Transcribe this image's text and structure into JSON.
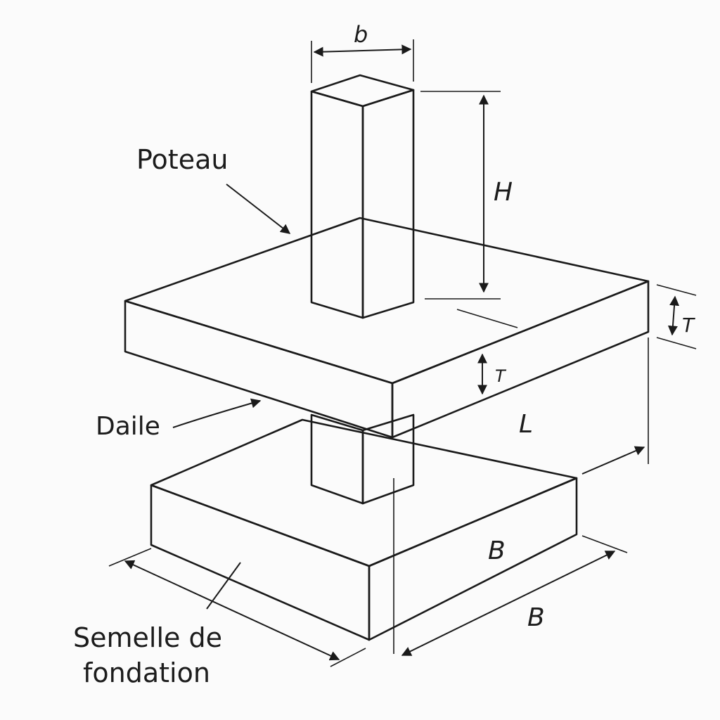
{
  "labels": {
    "column": "Poteau",
    "slab": "Daile",
    "footing_line1": "Semelle de",
    "footing_line2": "fondation"
  },
  "dimensions": {
    "column_width": "b",
    "column_height": "H",
    "slab_thickness_right": "T",
    "slab_thickness_front": "T",
    "slab_length": "L",
    "footing_side": "B",
    "footing_width": "B"
  },
  "colors": {
    "stroke": "#1a1a1a",
    "background": "#fbfbfb",
    "light_face": "#f1f1f1",
    "mid_face": "#e4e4e4",
    "dark_face": "#cfcfcf",
    "concrete": "#e8e8e8"
  }
}
